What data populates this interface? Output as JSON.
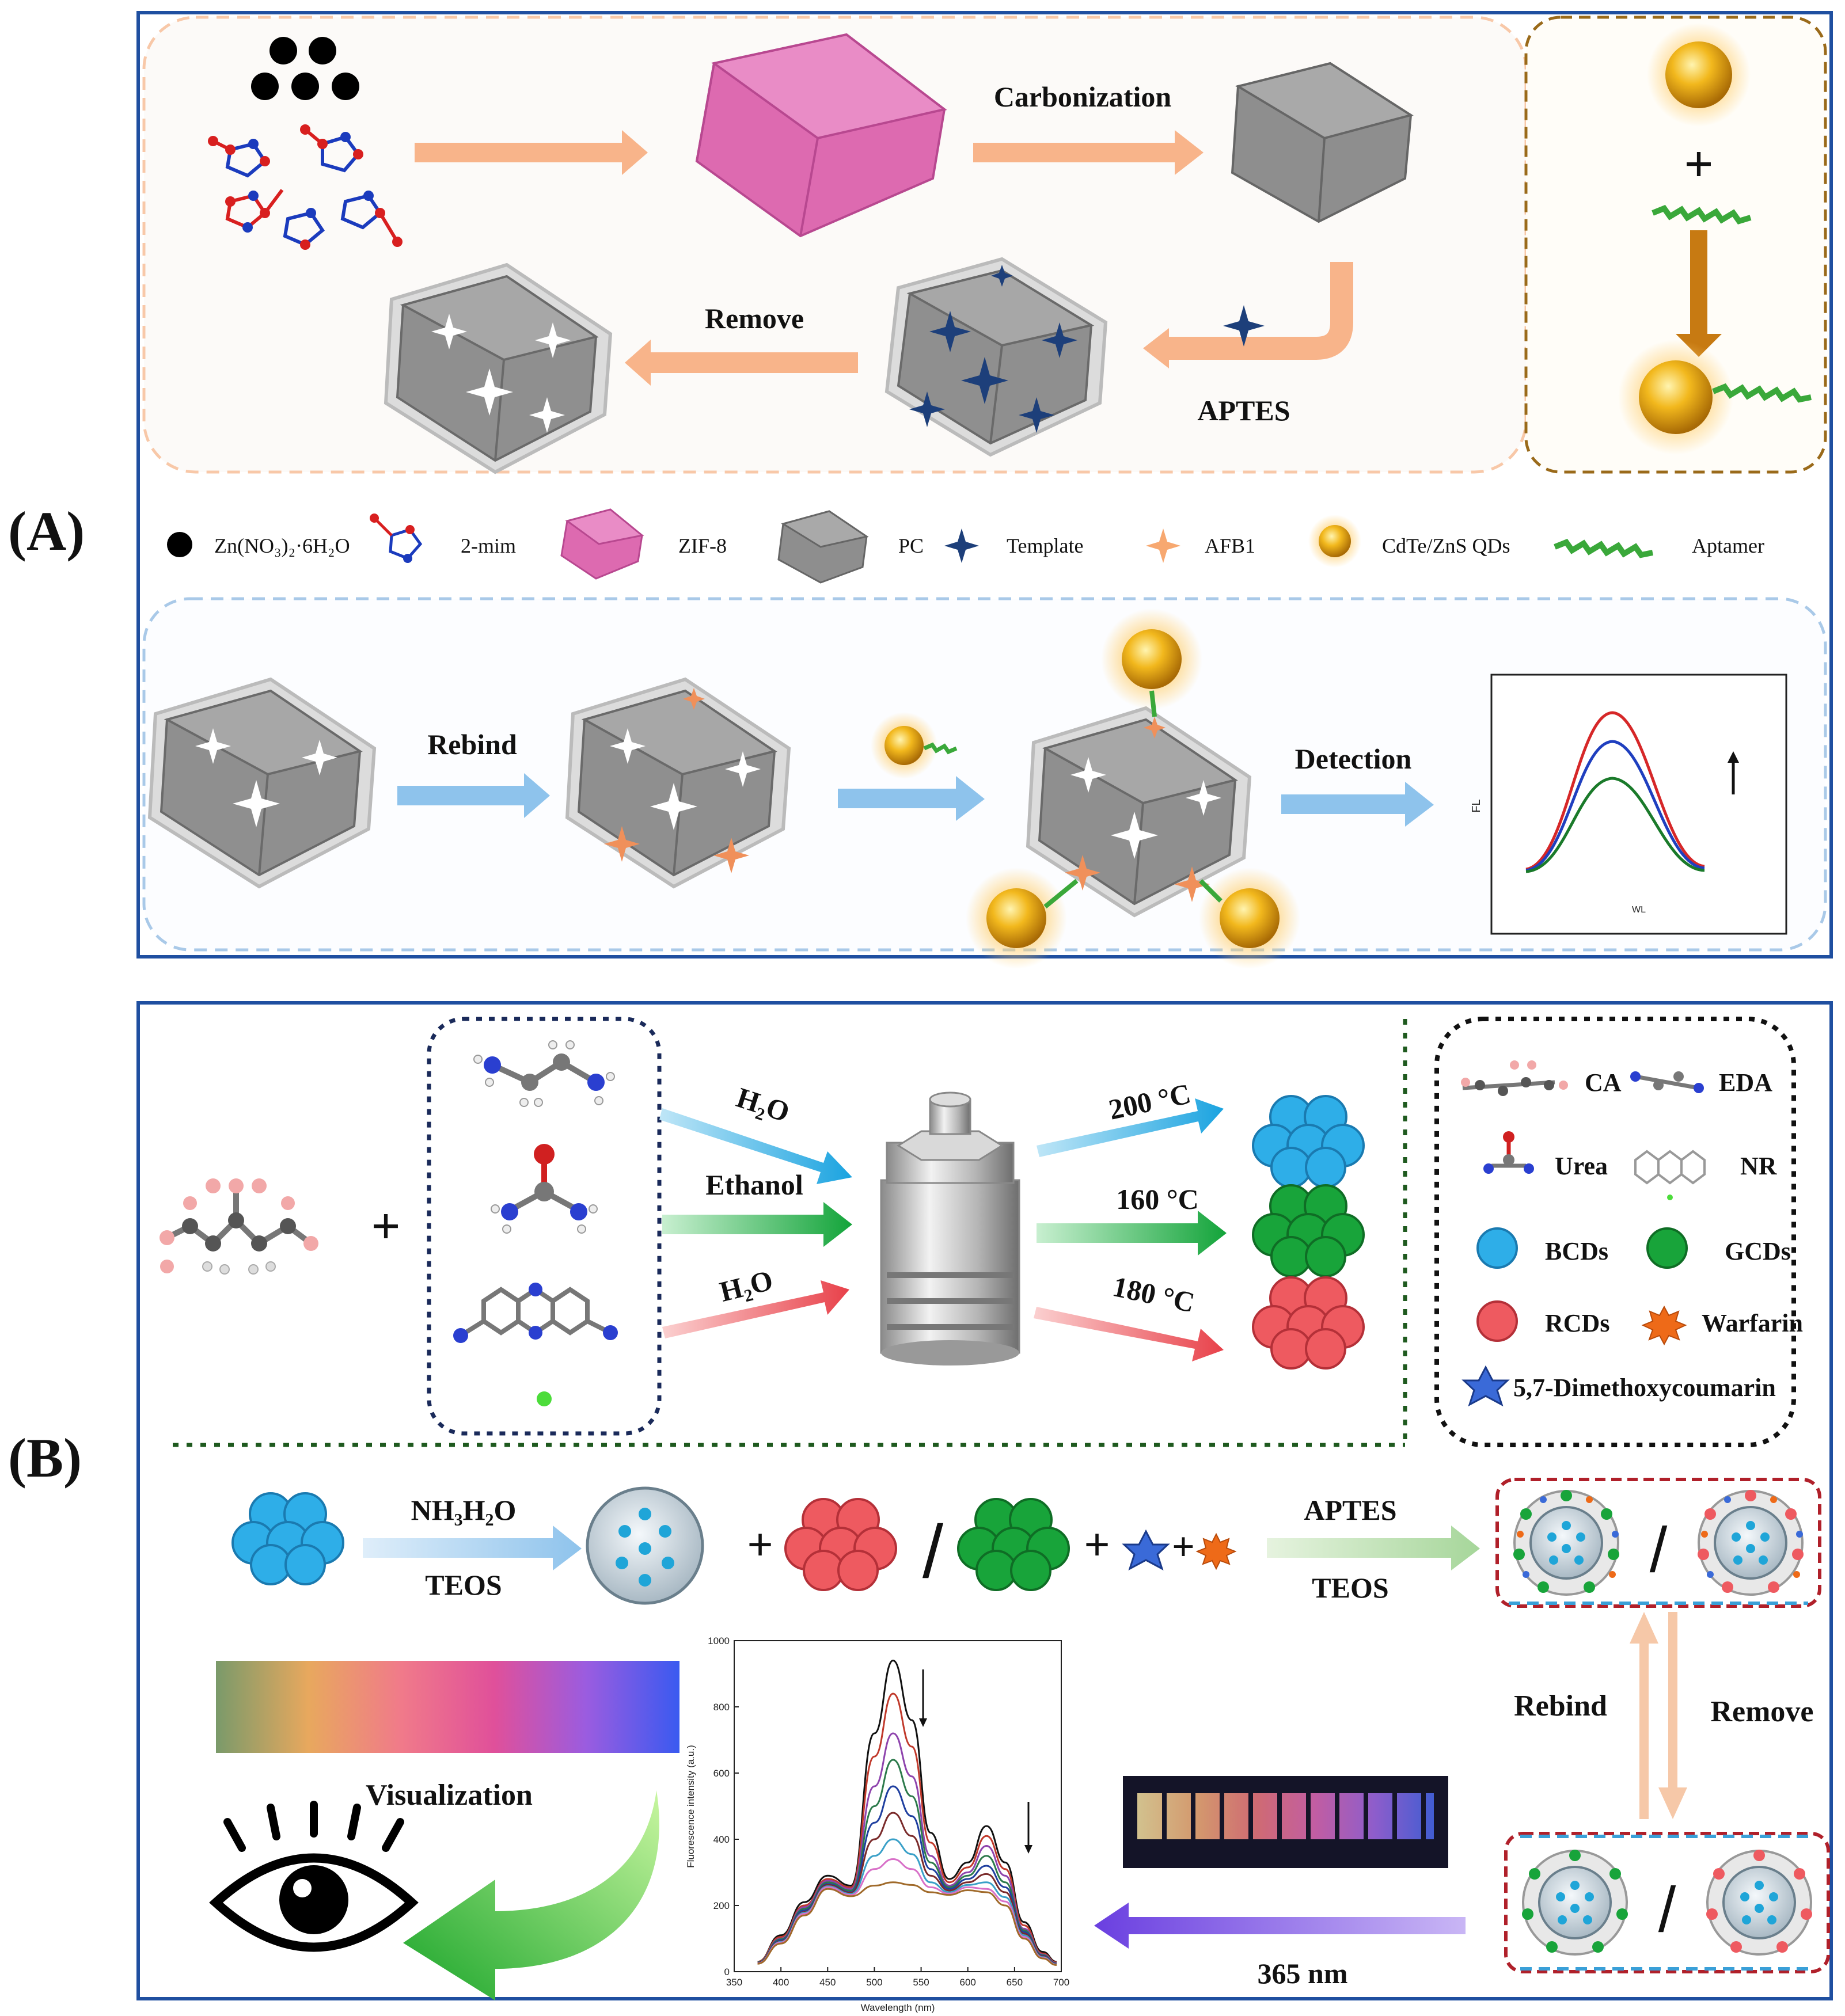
{
  "panels": {
    "a": {
      "letter": "(A)",
      "steps": {
        "carbonization": "Carbonization",
        "aptes": "APTES",
        "remove": "Remove",
        "rebind": "Rebind",
        "detection": "Detection"
      },
      "legend": {
        "zn": "Zn(NO₃)₂·6H₂O",
        "mim": "2-mim",
        "zif": "ZIF-8",
        "pc": "PC",
        "template": "Template",
        "afb1": "AFB1",
        "qds": "CdTe/ZnS QDs",
        "aptamer": "Aptamer"
      },
      "mini_chart": {
        "ylabel": "FL",
        "xlabel": "WL",
        "colors": [
          "#d62728",
          "#1f3fbf",
          "#1a7a2a"
        ]
      }
    },
    "b": {
      "letter": "(B)",
      "solvents": {
        "h2o_top": "H₂O",
        "ethanol": "Ethanol",
        "h2o_bottom": "H₂O"
      },
      "temps": {
        "t200": "200 °C",
        "t160": "160 °C",
        "t180": "180 °C"
      },
      "legend": {
        "ca": "CA",
        "eda": "EDA",
        "urea": "Urea",
        "nr": "NR",
        "bcds": "BCDs",
        "gcds": "GCDs",
        "rcds": "RCDs",
        "warfarin": "Warfarin",
        "dmc": "5,7-Dimethoxycoumarin"
      },
      "reagents": {
        "nh3": "NH₃H₂O",
        "teos1": "TEOS",
        "aptes": "APTES",
        "teos2": "TEOS"
      },
      "ops": {
        "plus": "+",
        "slash": "/"
      },
      "rebind": "Rebind",
      "remove": "Remove",
      "visualization": "Visualization",
      "uv": "365 nm",
      "chart_data": {
        "type": "line",
        "xlabel": "Wavelength (nm)",
        "ylabel": "Fluorescence intensity (a.u.)",
        "xlim": [
          350,
          700
        ],
        "ylim": [
          0,
          1000
        ],
        "xticks": [
          350,
          400,
          450,
          500,
          550,
          600,
          650,
          700
        ],
        "yticks": [
          0,
          200,
          400,
          600,
          800,
          1000
        ],
        "x": [
          375,
          400,
          425,
          450,
          475,
          500,
          520,
          540,
          560,
          580,
          600,
          620,
          640,
          660,
          680,
          695
        ],
        "series": [
          {
            "color": "#111111",
            "values": [
              30,
              110,
              210,
              290,
              260,
              720,
              940,
              760,
              420,
              280,
              330,
              440,
              330,
              150,
              60,
              30
            ]
          },
          {
            "color": "#c0392b",
            "values": [
              30,
              105,
              200,
              280,
              255,
              650,
              840,
              680,
              390,
              270,
              315,
              410,
              310,
              140,
              55,
              28
            ]
          },
          {
            "color": "#8e44ad",
            "values": [
              28,
              100,
              195,
              275,
              250,
              560,
              720,
              590,
              350,
              260,
              300,
              380,
              290,
              130,
              52,
              26
            ]
          },
          {
            "color": "#2c7a4b",
            "values": [
              28,
              98,
              190,
              270,
              245,
              500,
              640,
              530,
              330,
              255,
              290,
              350,
              270,
              125,
              50,
              25
            ]
          },
          {
            "color": "#1f3f9f",
            "values": [
              27,
              95,
              185,
              265,
              240,
              450,
              560,
              470,
              310,
              250,
              280,
              320,
              255,
              120,
              48,
              24
            ]
          },
          {
            "color": "#7a2a2a",
            "values": [
              26,
              92,
              180,
              262,
              238,
              400,
              480,
              410,
              290,
              245,
              270,
              295,
              240,
              115,
              46,
              23
            ]
          },
          {
            "color": "#3aa0c8",
            "values": [
              25,
              90,
              178,
              258,
              235,
              350,
              400,
              355,
              270,
              240,
              262,
              270,
              225,
              110,
              44,
              22
            ]
          },
          {
            "color": "#d870c8",
            "values": [
              25,
              88,
              175,
              255,
              232,
              310,
              340,
              310,
              255,
              236,
              255,
              250,
              212,
              105,
              42,
              21
            ]
          },
          {
            "color": "#a06a2a",
            "values": [
              24,
              85,
              170,
              250,
              228,
              260,
              270,
              262,
              240,
              232,
              246,
              240,
              200,
              100,
              40,
              20
            ]
          }
        ]
      }
    }
  }
}
